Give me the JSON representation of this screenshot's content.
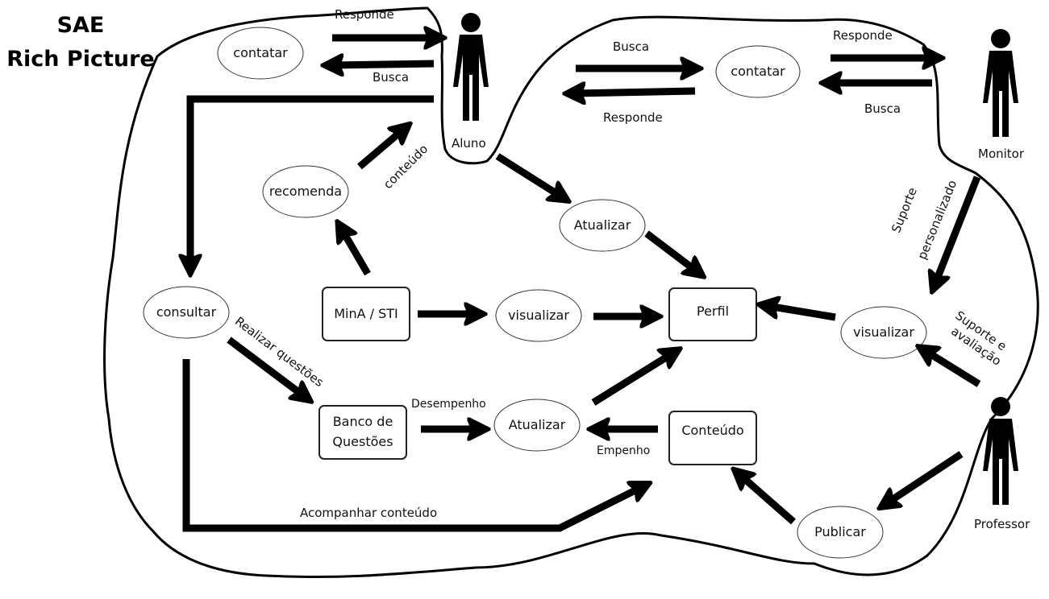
{
  "title": {
    "line1": "SAE",
    "line2": "Rich Picture"
  },
  "actors": [
    {
      "id": "aluno",
      "label": "Aluno"
    },
    {
      "id": "monitor",
      "label": "Monitor"
    },
    {
      "id": "professor",
      "label": "Professor"
    }
  ],
  "processes": [
    {
      "id": "contatar-aluno",
      "label": "contatar"
    },
    {
      "id": "contatar-monitor",
      "label": "contatar"
    },
    {
      "id": "recomenda",
      "label": "recomenda"
    },
    {
      "id": "atualizar-top",
      "label": "Atualizar"
    },
    {
      "id": "consultar",
      "label": "consultar"
    },
    {
      "id": "visualizar-center",
      "label": "visualizar"
    },
    {
      "id": "visualizar-right",
      "label": "visualizar"
    },
    {
      "id": "atualizar-bottom",
      "label": "Atualizar"
    },
    {
      "id": "publicar",
      "label": "Publicar"
    }
  ],
  "entities": [
    {
      "id": "mina-sti",
      "label": "MinA / STI"
    },
    {
      "id": "perfil",
      "label": "Perfil"
    },
    {
      "id": "banco-questoes",
      "label": "Banco de Questões",
      "line1": "Banco de",
      "line2": "Questões"
    },
    {
      "id": "conteudo",
      "label": "Conteúdo"
    }
  ],
  "flow_labels": {
    "aluno_responde": "Responde",
    "aluno_busca": "Busca",
    "monitor_busca_top": "Busca",
    "monitor_responde_bottom": "Responde",
    "monitor_responde_top": "Responde",
    "monitor_busca_bottom": "Busca",
    "conteudo_rec": "conteúdo",
    "realizar_questoes": "Realizar questões",
    "desempenho": "Desempenho",
    "empenho": "Empenho",
    "acompanhar": "Acompanhar conteúdo",
    "suporte_personalizado_1": "Suporte",
    "suporte_personalizado_2": "personalizado",
    "suporte_avaliacao_1": "Suporte e",
    "suporte_avaliacao_2": "avaliação"
  },
  "colors": {
    "ink": "#000000",
    "background": "#ffffff"
  }
}
